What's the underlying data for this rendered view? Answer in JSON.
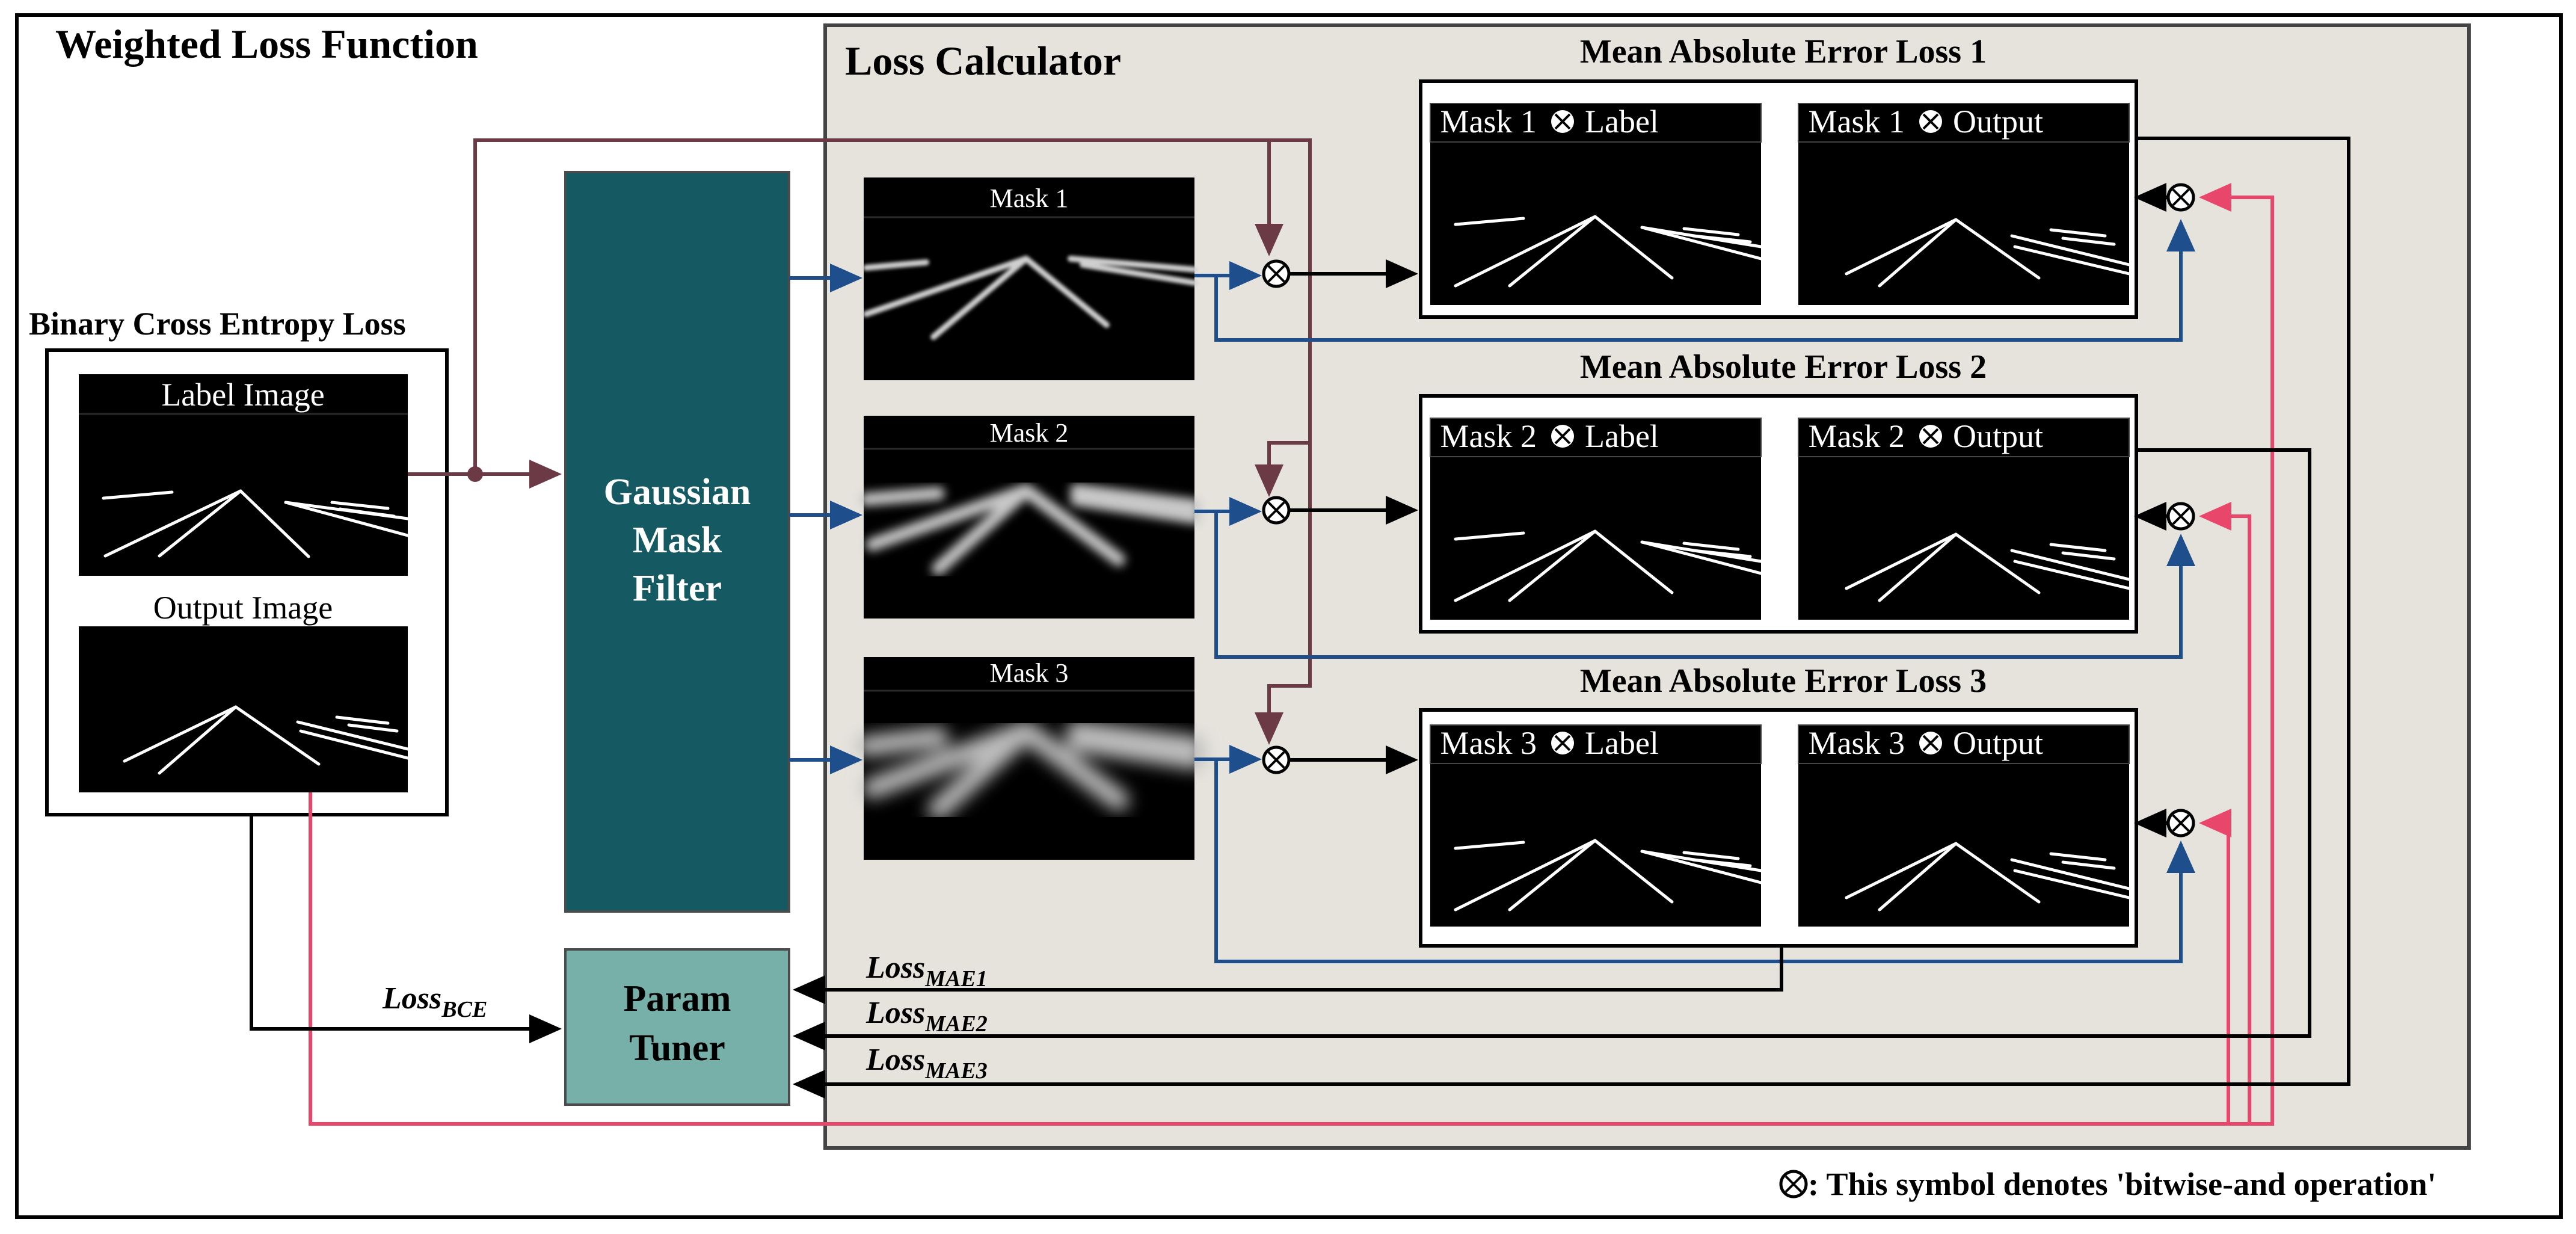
{
  "title": "Weighted Loss Function",
  "loss_calculator": {
    "title": "Loss Calculator"
  },
  "bce": {
    "title": "Binary Cross Entropy Loss",
    "label_image": "Label Image",
    "output_image": "Output Image"
  },
  "gaussian": {
    "line1": "Gaussian",
    "line2": "Mask",
    "line3": "Filter"
  },
  "masks": [
    "Mask 1",
    "Mask 2",
    "Mask 3"
  ],
  "mae": [
    {
      "title": "Mean Absolute Error Loss 1",
      "left_prefix": "Mask 1",
      "left_suffix": "Label",
      "right_prefix": "Mask 1",
      "right_suffix": "Output"
    },
    {
      "title": "Mean Absolute Error Loss 2",
      "left_prefix": "Mask 2",
      "left_suffix": "Label",
      "right_prefix": "Mask 2",
      "right_suffix": "Output"
    },
    {
      "title": "Mean Absolute Error Loss 3",
      "left_prefix": "Mask 3",
      "left_suffix": "Label",
      "right_prefix": "Mask 3",
      "right_suffix": "Output"
    }
  ],
  "param_tuner": {
    "line1": "Param",
    "line2": "Tuner"
  },
  "losses": {
    "bce": {
      "base": "Loss",
      "sub": "BCE"
    },
    "mae1": {
      "base": "Loss",
      "sub": "MAE1"
    },
    "mae2": {
      "base": "Loss",
      "sub": "MAE2"
    },
    "mae3": {
      "base": "Loss",
      "sub": "MAE3"
    }
  },
  "footnote": {
    "text": ": This symbol denotes 'bitwise-and operation'"
  },
  "colors": {
    "label_line": "#6b3a45",
    "output_line": "#e8476b",
    "mask_line": "#1f4e8c",
    "loss_line": "#000000",
    "gaussian_fill": "#155a62",
    "param_fill": "#76b0a8",
    "calc_fill": "#e6e3dd"
  }
}
